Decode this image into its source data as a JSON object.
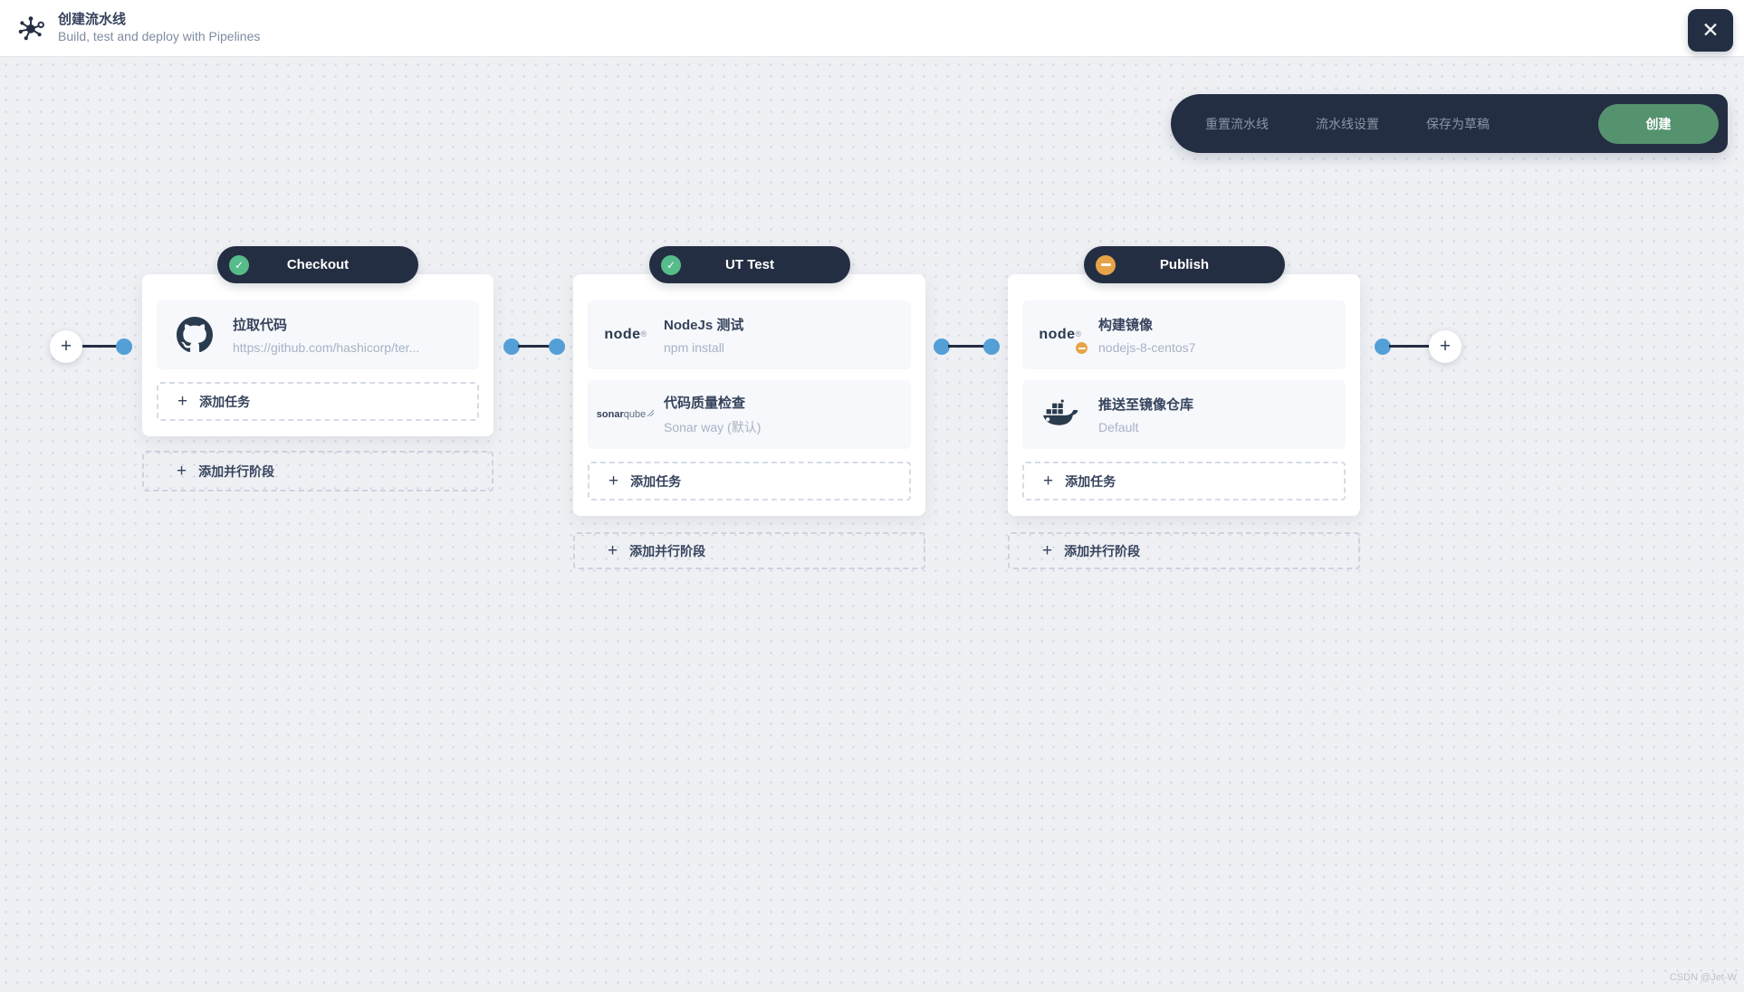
{
  "header": {
    "title": "创建流水线",
    "subtitle": "Build, test and deploy with Pipelines"
  },
  "icons": {
    "close": "✕",
    "check": "✓",
    "plus": "+"
  },
  "toolbar": {
    "buttons": [
      {
        "label": "重置流水线"
      },
      {
        "label": "流水线设置"
      },
      {
        "label": "保存为草稿"
      }
    ],
    "create_label": "创建"
  },
  "colors": {
    "navy": "#242e42",
    "success_green": "#55bc8a",
    "pending_orange": "#e6a348",
    "connector_blue": "#54a0d6",
    "create_button_green": "#55936f"
  },
  "stages": [
    {
      "name": "Checkout",
      "status": "success",
      "tasks": [
        {
          "icon": "github-icon",
          "title": "拉取代码",
          "subtitle": "https://github.com/hashicorp/ter..."
        }
      ],
      "add_task_label": "添加任务",
      "add_parallel_label": "添加并行阶段"
    },
    {
      "name": "UT Test",
      "status": "success",
      "tasks": [
        {
          "icon": "nodejs-logo",
          "logo": "node",
          "logo_mark": "®",
          "title": "NodeJs 测试",
          "subtitle": "npm install"
        },
        {
          "icon": "sonarqube-logo",
          "logo_bold": "sonar",
          "logo_light": "qube",
          "title": "代码质量检查",
          "subtitle": "Sonar way (默认)"
        }
      ],
      "add_task_label": "添加任务",
      "add_parallel_label": "添加并行阶段"
    },
    {
      "name": "Publish",
      "status": "pending",
      "tasks": [
        {
          "icon": "nodejs-logo",
          "logo": "node",
          "logo_mark": "®",
          "badge": "pending",
          "title": "构建镜像",
          "subtitle": "nodejs-8-centos7"
        },
        {
          "icon": "docker-icon",
          "title": "推送至镜像仓库",
          "subtitle": "Default"
        }
      ],
      "add_task_label": "添加任务",
      "add_parallel_label": "添加并行阶段"
    }
  ],
  "watermark": "CSDN @Jet-W"
}
